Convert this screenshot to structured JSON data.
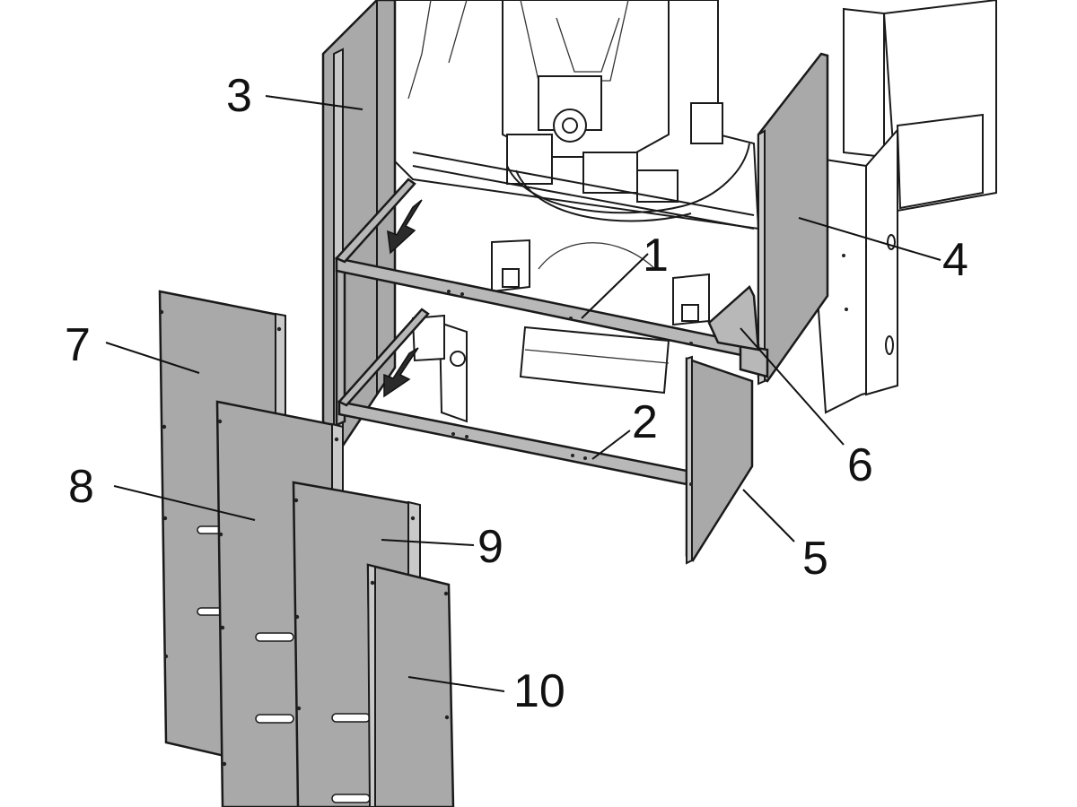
{
  "callouts": {
    "c1": "1",
    "c2": "2",
    "c3": "3",
    "c4": "4",
    "c5": "5",
    "c6": "6",
    "c7": "7",
    "c8": "8",
    "c9": "9",
    "c10": "10"
  },
  "colors": {
    "panel_fill": "#a9a9a9",
    "line_color": "#1a1a1a",
    "background": "#ffffff"
  }
}
